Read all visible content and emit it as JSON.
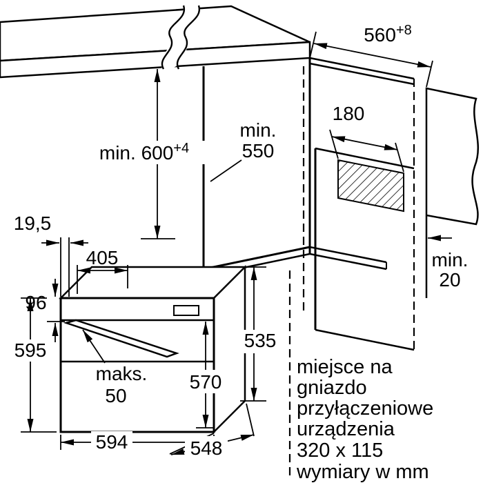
{
  "diagram": {
    "units_note": "wymiary w mm",
    "connection_note": [
      "miejsce na",
      "gniazdo",
      "przyłączeniowe",
      "urządzenia",
      "320 x 115"
    ],
    "dimensions": {
      "niche_width": {
        "value": "560",
        "tolerance": "+8"
      },
      "socket_width": "180",
      "niche_depth": [
        "min.",
        "550"
      ],
      "niche_height": {
        "value": "min. 600",
        "tolerance": "+4"
      },
      "door_offset": "19,5",
      "top_depth": "405",
      "panel_height": "96",
      "oven_height": "595",
      "handle_max": [
        "maks.",
        "50"
      ],
      "front_height": "570",
      "body_height": "535",
      "oven_width": "594",
      "oven_depth": "548",
      "rear_gap": [
        "min.",
        "20"
      ]
    },
    "colors": {
      "line": "#000000",
      "background": "#ffffff",
      "wall_fill": "#c9c9c9"
    }
  }
}
